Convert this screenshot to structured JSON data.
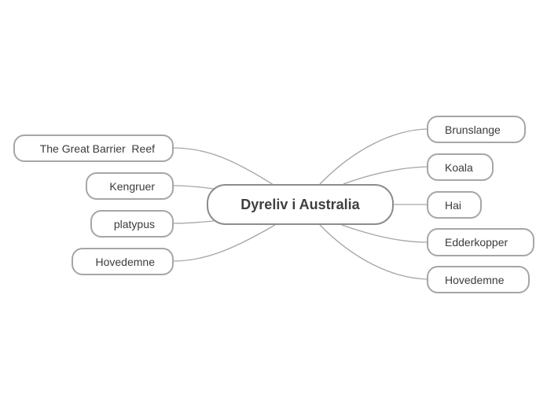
{
  "central": {
    "label": "Dyreliv i Australia"
  },
  "left_topics": [
    {
      "label": "The Great Barrier  Reef"
    },
    {
      "label": "Kengruer"
    },
    {
      "label": "platypus"
    },
    {
      "label": "Hovedemne"
    }
  ],
  "right_topics": [
    {
      "label": "Brunslange"
    },
    {
      "label": "Koala"
    },
    {
      "label": "Hai"
    },
    {
      "label": "Edderkopper"
    },
    {
      "label": "Hovedemne"
    }
  ],
  "colors": {
    "connector": "#a6a6a6",
    "node_border": "#a6a6a6",
    "central_border": "#8c8c8c",
    "text": "#3b3b3b"
  }
}
